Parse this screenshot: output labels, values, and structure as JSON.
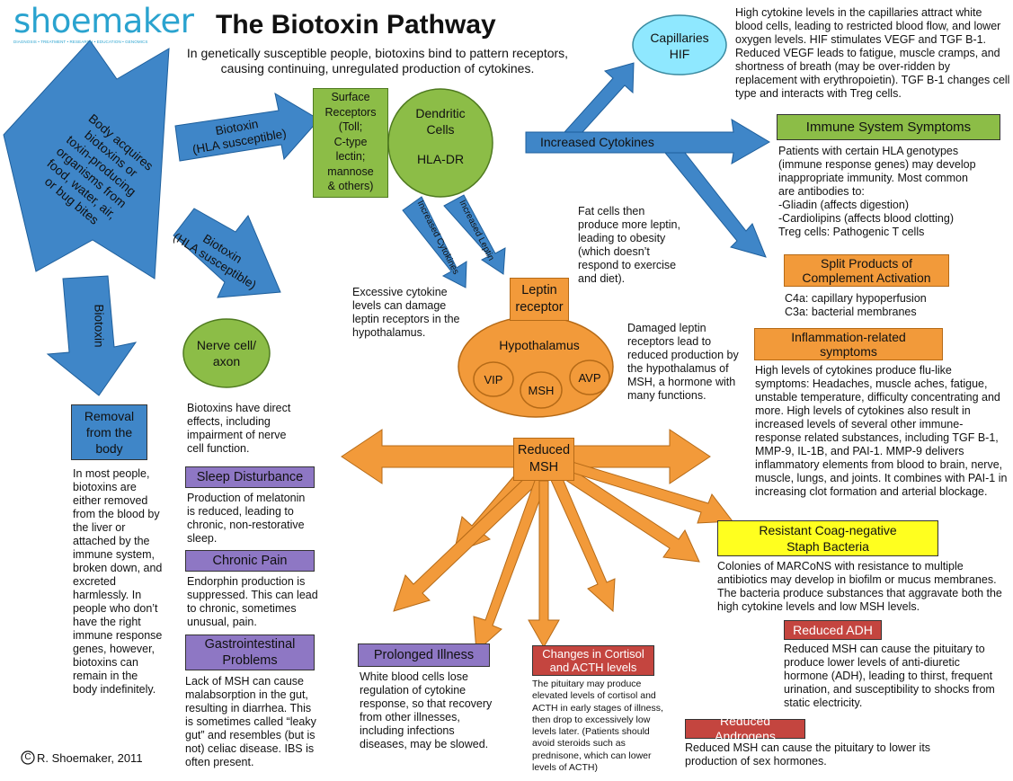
{
  "logo": {
    "word": "shoemaker",
    "tagline": "DIAGNOSIS • TREATMENT • RESEARCH • EDUCATION • GENOMICS"
  },
  "title": "The Biotoxin Pathway",
  "subtitle_line1": "In genetically susceptible people, biotoxins bind to pattern receptors,",
  "subtitle_line2": "causing continuing, unregulated production of cytokines.",
  "copyright": "R. Shoemaker, 2011",
  "copyright_symbol": "C",
  "colors": {
    "blue": "#3f86c8",
    "orange": "#f29a3a",
    "green": "#8cbd47",
    "purple": "#8e77c4",
    "red": "#c4453f",
    "yellow": "#ffff1f",
    "capillaries": "#8fe8ff",
    "logo_blue": "#2aa3cf"
  },
  "big_arrow": {
    "lines": [
      "Body acquires",
      "biotoxins or",
      "toxin-producing",
      "organisms from",
      "food, water, air,",
      "or bug bites"
    ]
  },
  "arrow_biotoxin_upper": {
    "lines": [
      "Biotoxin",
      "(HLA susceptible)"
    ]
  },
  "arrow_biotoxin_lower": {
    "lines": [
      "Biotoxin",
      "(HLA susceptible)"
    ]
  },
  "arrow_biotoxin_down": {
    "label": "Biotoxin"
  },
  "removal": {
    "title_lines": [
      "Removal",
      "from the",
      "body"
    ],
    "text": "In most people, biotoxins are either removed from the blood by the liver or attached by the immune system, broken down, and excreted harmlessly. In people who don’t have the right immune response genes, however, biotoxins can remain in the body indefinitely."
  },
  "surface_receptors": {
    "lines": [
      "Surface",
      "Receptors",
      "(Toll;",
      "C-type",
      "lectin;",
      "mannose",
      "& others)"
    ]
  },
  "dendritic": {
    "line1": "Dendritic",
    "line2": "Cells",
    "line3": "HLA-DR"
  },
  "increased_cytokines_arrow": {
    "label": "Increased Cytokines"
  },
  "small_arrow_left": {
    "label": "Increased Cytokines"
  },
  "small_arrow_right": {
    "label": "Increased Leptin"
  },
  "fat_cells_text": "Fat cells then produce more leptin, leading to obesity (which doesn’t respond to exercise and diet).",
  "excessive_text": "Excessive cytokine levels can damage leptin receptors in the hypothalamus.",
  "leptin_receptor": {
    "line1": "Leptin",
    "line2": "receptor"
  },
  "hypothalamus": {
    "label": "Hypothalamus",
    "vip": "VIP",
    "msh": "MSH",
    "avp": "AVP"
  },
  "damaged_text": "Damaged leptin receptors lead to reduced production by the hypothalamus of MSH, a hormone with many functions.",
  "nerve_cell": {
    "line1": "Nerve cell/",
    "line2": "axon"
  },
  "nerve_text": "Biotoxins have direct effects, including impairment of nerve cell function.",
  "capillaries": {
    "line1": "Capillaries",
    "line2": "HIF"
  },
  "capillaries_text": "High cytokine levels in the capillaries attract white blood cells, leading to restricted blood flow, and lower oxygen levels. HIF stimulates VEGF and TGF B-1. Reduced VEGF leads to fatigue, muscle cramps, and shortness of breath (may be over-ridden by replacement with erythropoietin). TGF B-1 changes cell type and interacts with Treg cells.",
  "immune": {
    "title": "Immune System Symptoms",
    "lines": [
      "Patients with certain HLA genotypes",
      "(immune response genes) may develop",
      "inappropriate immunity.  Most common",
      "are antibodies to:",
      "-Gliadin (affects digestion)",
      "-Cardiolipins (affects blood clotting)",
      "Treg cells:  Pathogenic T cells"
    ]
  },
  "split": {
    "title_line1": "Split Products of",
    "title_line2": "Complement Activation",
    "line1": "C4a:  capillary hypoperfusion",
    "line2": "C3a:  bacterial membranes"
  },
  "inflammation": {
    "title_line1": "Inflammation-related",
    "title_line2": "symptoms",
    "text": "High levels of cytokines produce flu-like symptoms: Headaches, muscle aches, fatigue, unstable temperature, difficulty concentrating and more.  High levels of cytokines also result in increased levels of several other immune-response related substances, including TGF B-1, MMP-9, IL-1B, and PAI-1.  MMP-9 delivers inflammatory elements from blood to brain, nerve, muscle, lungs, and joints.  It combines with PAI-1 in increasing clot formation and arterial blockage."
  },
  "reduced_msh": {
    "line1": "Reduced",
    "line2": "MSH"
  },
  "marcons": {
    "title_line1": "Resistant Coag-negative",
    "title_line2": "Staph Bacteria",
    "text": "Colonies of MARCoNS with resistance to multiple antibiotics may develop in biofilm or mucus membranes. The bacteria produce substances that aggravate both the high cytokine levels and low MSH levels."
  },
  "adh": {
    "title": "Reduced ADH",
    "text": "Reduced MSH can cause the pituitary to produce lower levels of anti-diuretic hormone (ADH), leading to thirst, frequent urination, and susceptibility to shocks from static electricity."
  },
  "androgens": {
    "title": "Reduced Androgens",
    "text": "Reduced MSH can cause the pituitary to lower its production of sex hormones."
  },
  "sleep": {
    "title": "Sleep Disturbance",
    "text": "Production of melatonin is reduced, leading to chronic, non-restorative sleep."
  },
  "pain": {
    "title": "Chronic Pain",
    "text": "Endorphin production is suppressed.  This can lead to chronic, sometimes unusual, pain."
  },
  "gi": {
    "title_line1": "Gastrointestinal",
    "title_line2": "Problems",
    "text": "Lack of MSH can cause malabsorption in the gut, resulting in diarrhea.  This is sometimes called “leaky gut” and resembles (but is not) celiac disease.  IBS is often present."
  },
  "prolonged": {
    "title": "Prolonged Illness",
    "text": "White blood cells lose regulation of cytokine response, so that recovery from other illnesses, including infections diseases, may be slowed."
  },
  "cortisol": {
    "title_line1": "Changes in Cortisol",
    "title_line2": "and ACTH levels",
    "text": "The pituitary may produce elevated levels of cortisol and ACTH in early stages of illness, then drop to excessively low levels later.  (Patients should avoid steroids such as prednisone, which can lower levels of ACTH)"
  }
}
